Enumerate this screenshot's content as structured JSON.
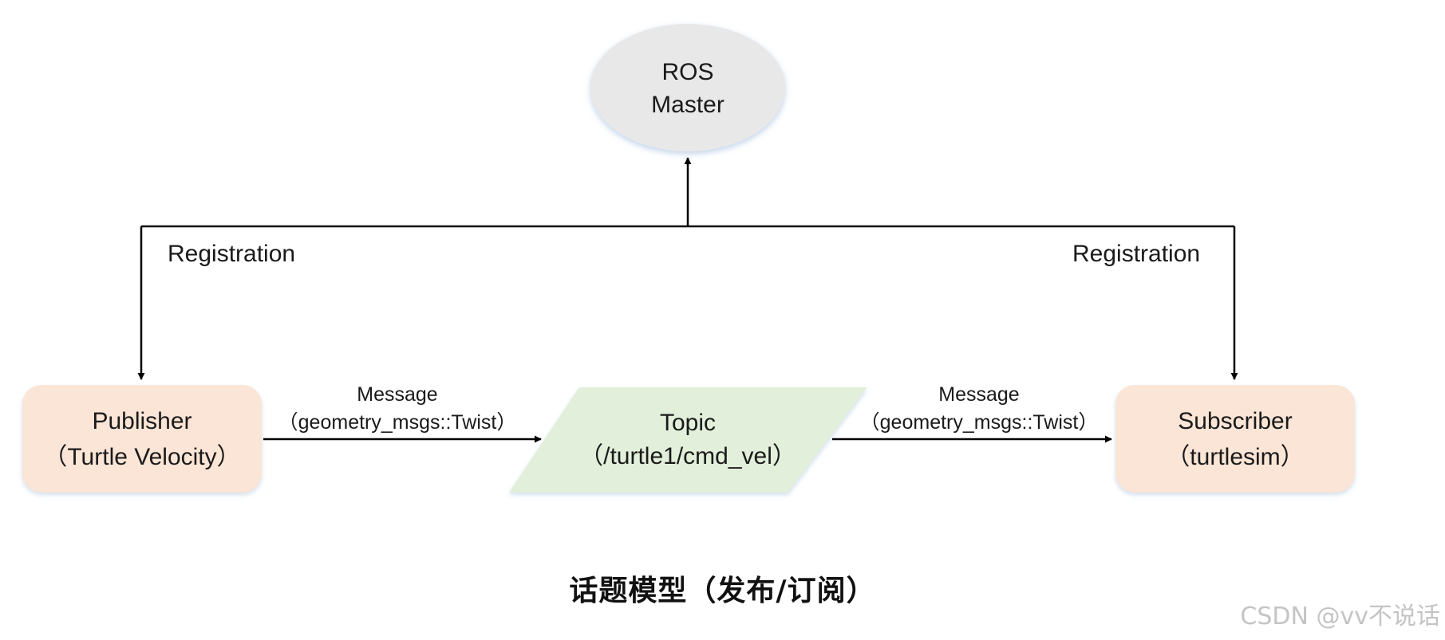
{
  "diagram": {
    "master": {
      "line1": "ROS",
      "line2": "Master"
    },
    "publisher": {
      "line1": "Publisher",
      "line2": "（Turtle Velocity）"
    },
    "topic": {
      "line1": "Topic",
      "line2": "（/turtle1/cmd_vel）"
    },
    "subscriber": {
      "line1": "Subscriber",
      "line2": "（turtlesim）"
    },
    "registration_left": "Registration",
    "registration_right": "Registration",
    "message_left": {
      "line1": "Message",
      "line2": "（geometry_msgs::Twist）"
    },
    "message_right": {
      "line1": "Message",
      "line2": "（geometry_msgs::Twist）"
    },
    "caption": "话题模型（发布/订阅）"
  },
  "watermark": "CSDN @vv不说话",
  "colors": {
    "master_fill": "#e8e8e8",
    "node_fill": "#fbe5d6",
    "topic_fill": "#e2efda",
    "line": "#000000"
  }
}
